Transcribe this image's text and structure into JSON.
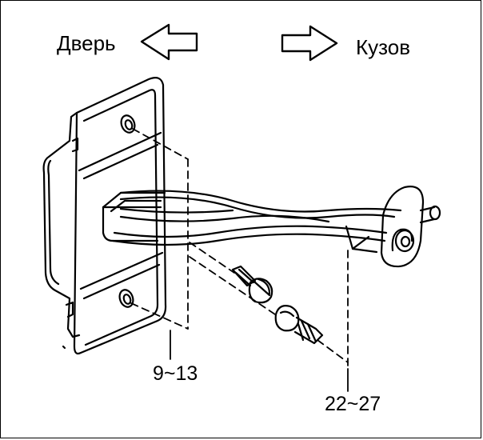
{
  "labels": {
    "door": "Дверь",
    "body": "Кузов",
    "torque_door_bolts": "9~13",
    "torque_body_bolts": "22~27"
  },
  "icons": {
    "left_arrow": "arrow-left-outline-icon",
    "right_arrow": "arrow-right-outline-icon"
  },
  "colors": {
    "ink": "#000000",
    "paper": "#ffffff"
  }
}
